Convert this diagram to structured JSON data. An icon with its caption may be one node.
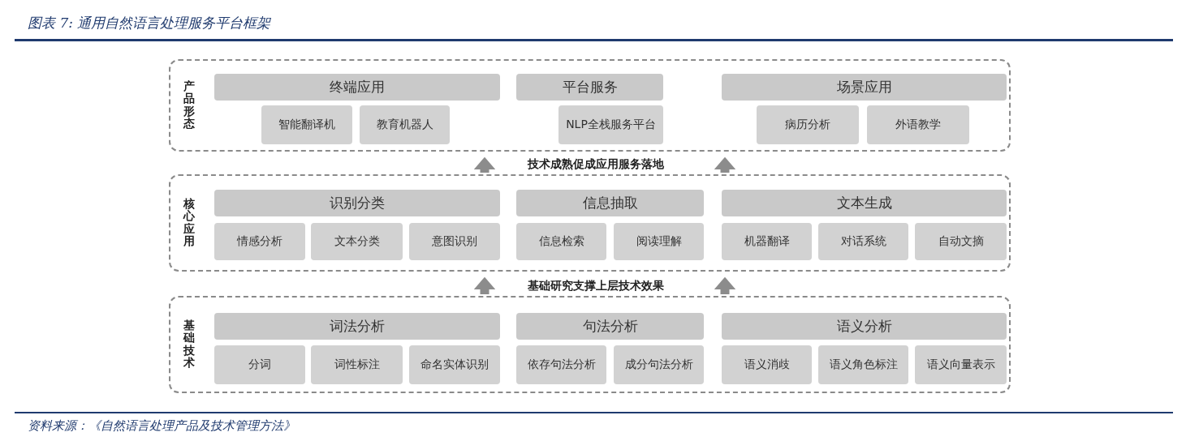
{
  "diagram": {
    "title": "图表 7: 通用自然语言处理服务平台框架",
    "caption": "资料来源：《自然语言处理产品及技术管理方法》",
    "nodes": [
      {
        "text": [
          "产品形态"
        ]
      },
      {
        "text": [
          "终端应用"
        ],
        "in": 0
      },
      {
        "text": [
          "智能翻译机"
        ],
        "in": 0
      },
      {
        "text": [
          "教育机器人"
        ],
        "in": 0
      },
      {
        "text": [
          "平台服务"
        ],
        "in": 0
      },
      {
        "text": [
          "NLP全栈服务平台"
        ],
        "in": 0
      },
      {
        "text": [
          "场景应用"
        ],
        "in": 0
      },
      {
        "text": [
          "病历分析"
        ],
        "in": 0
      },
      {
        "text": [
          "外语教学"
        ],
        "in": 0
      },
      {
        "text": [
          "核心应用"
        ]
      },
      {
        "text": [
          "识别分类"
        ],
        "in": 9
      },
      {
        "text": [
          "情感分析"
        ],
        "in": 9
      },
      {
        "text": [
          "文本分类"
        ],
        "in": 9
      },
      {
        "text": [
          "意图识别"
        ],
        "in": 9
      },
      {
        "text": [
          "信息抽取"
        ],
        "in": 9
      },
      {
        "text": [
          "信息检索"
        ],
        "in": 9
      },
      {
        "text": [
          "阅读理解"
        ],
        "in": 9
      },
      {
        "text": [
          "文本生成"
        ],
        "in": 9
      },
      {
        "text": [
          "机器翻译"
        ],
        "in": 9
      },
      {
        "text": [
          "对话系统"
        ],
        "in": 9
      },
      {
        "text": [
          "自动文摘"
        ],
        "in": 9
      },
      {
        "text": [
          "基础技术"
        ]
      },
      {
        "text": [
          "词法分析"
        ],
        "in": 21
      },
      {
        "text": [
          "分词"
        ],
        "in": 21
      },
      {
        "text": [
          "词性标注"
        ],
        "in": 21
      },
      {
        "text": [
          "命名实体识别"
        ],
        "in": 21
      },
      {
        "text": [
          "句法分析"
        ],
        "in": 21
      },
      {
        "text": [
          "依存句法分析"
        ],
        "in": 21
      },
      {
        "text": [
          "成分句法分析"
        ],
        "in": 21
      },
      {
        "text": [
          "语义分析"
        ],
        "in": 21
      },
      {
        "text": [
          "语义消歧"
        ],
        "in": 21
      },
      {
        "text": [
          "语义角色标注"
        ],
        "in": 21
      },
      {
        "text": [
          "语义向量表示"
        ],
        "in": 21
      }
    ],
    "edges": [
      {
        "from": 9,
        "to": 0,
        "arrow": "to"
      },
      {
        "from": 9,
        "to": 0,
        "arrow": "to"
      },
      {
        "from": 21,
        "to": 9,
        "arrow": "to"
      },
      {
        "from": 21,
        "to": 9,
        "arrow": "to"
      }
    ],
    "labels": [
      "技术成熟促成应用服务落地",
      "基础研究支撑上层技术效果"
    ]
  }
}
